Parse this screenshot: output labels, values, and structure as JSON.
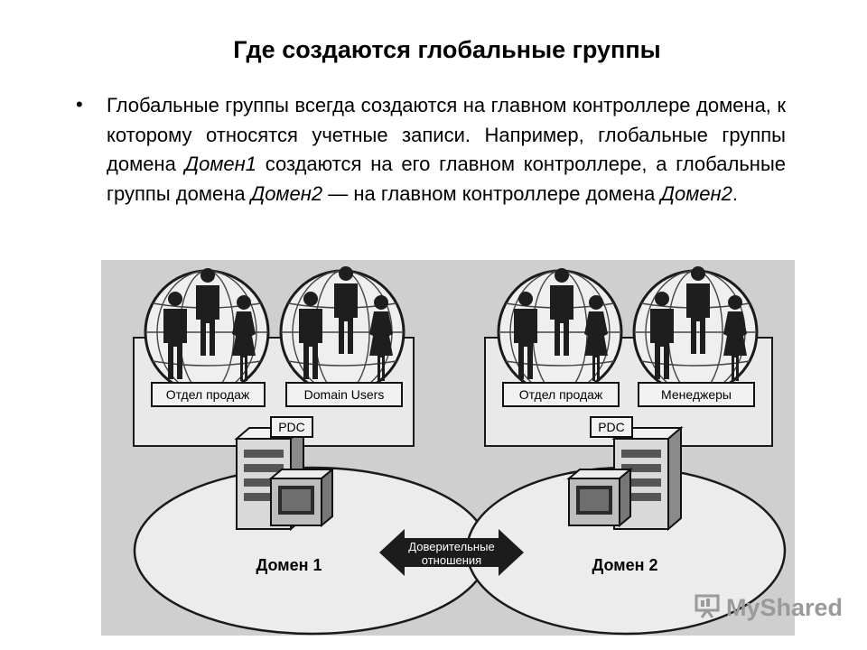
{
  "title": "Где создаются глобальные группы",
  "bullet": {
    "marker": "•",
    "t1": "Глобальные группы всегда создаются на главном контроллере домена, к которому относятся учетные записи. Например, глобальные группы домена ",
    "i1": "Домен1",
    "t2": " создаются на его главном контроллере, а глобальные группы домена ",
    "i2": "Домен2",
    "t3": " — на главном контроллере домена ",
    "i3": "Домен2",
    "t4": "."
  },
  "diagram": {
    "group1": "Отдел продаж",
    "group2": "Domain Users",
    "group3": "Отдел продаж",
    "group4": "Менеджеры",
    "pdc_left": "PDC",
    "pdc_right": "PDC",
    "domain_left": "Домен 1",
    "domain_right": "Домен 2",
    "trust_line1": "Доверительные",
    "trust_line2": "отношения"
  },
  "watermark": {
    "text": "MyShared",
    "icon": "presentation-board-icon"
  }
}
